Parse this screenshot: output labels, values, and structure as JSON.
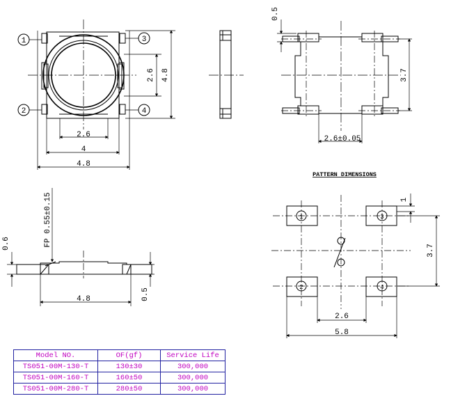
{
  "pin_labels": [
    "1",
    "2",
    "3",
    "4"
  ],
  "top_view": {
    "dim_2_6_v": "2.6",
    "dim_4_8_v": "4.8",
    "dim_2_6_h": "2.6",
    "dim_4_h": "4",
    "dim_4_8_h": "4.8"
  },
  "pcb_view": {
    "dim_0_5": "0.5",
    "dim_3_7": "3.7",
    "dim_pitch": "2.6±0.05"
  },
  "side_view": {
    "dim_fp": "FP 0.55±0.15",
    "dim_0_6": "0.6",
    "dim_4_8": "4.8",
    "dim_0_5": "0.5"
  },
  "pattern": {
    "title": "PATTERN DIMENSIONS",
    "dim_1": "1",
    "dim_3_7": "3.7",
    "dim_2_6": "2.6",
    "dim_5_8": "5.8"
  },
  "spec_table": {
    "headers": [
      "Model NO.",
      "OF(gf)",
      "Service Life"
    ],
    "rows": [
      [
        "TS051-00M-130-T",
        "130±30",
        "300,000"
      ],
      [
        "TS051-00M-160-T",
        "160±50",
        "300,000"
      ],
      [
        "TS051-00M-280-T",
        "280±50",
        "300,000"
      ]
    ]
  }
}
